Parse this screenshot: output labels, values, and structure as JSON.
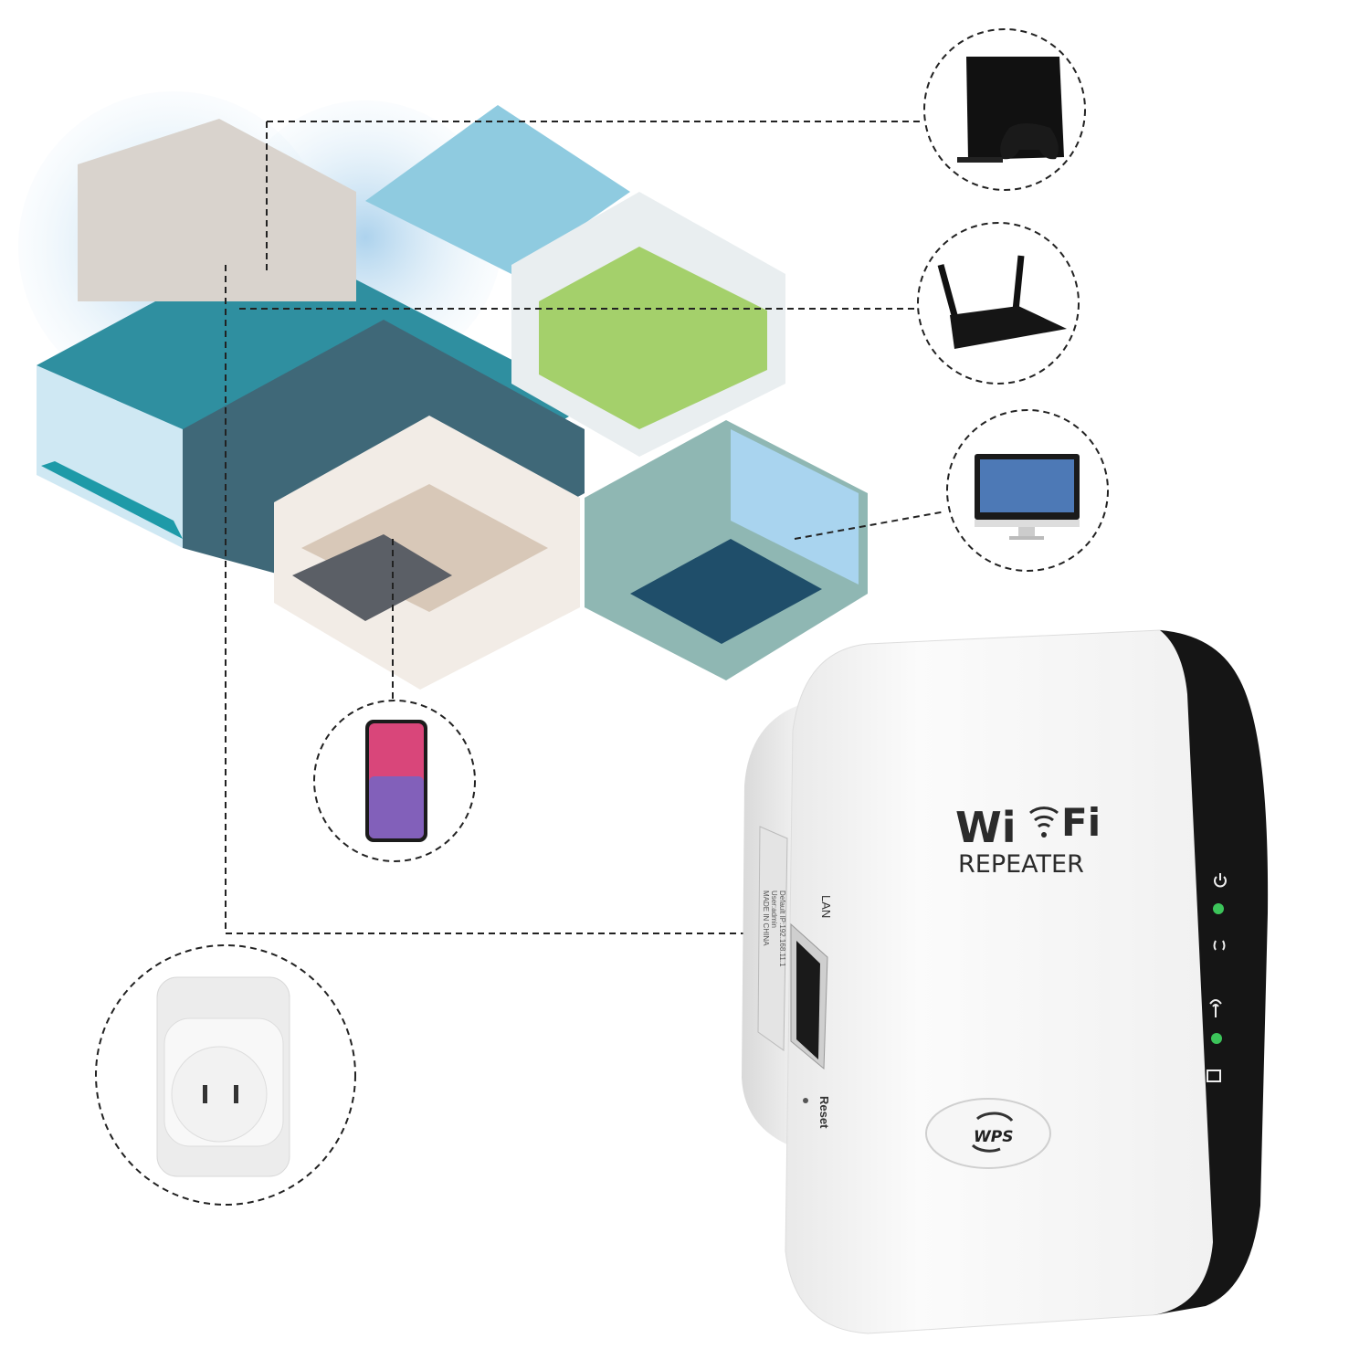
{
  "device": {
    "brand_left": "Wi",
    "brand_right": "Fi",
    "subtitle": "REPEATER",
    "wps_label": "WPS",
    "port_label": "LAN",
    "reset_label": "Reset",
    "side_label": {
      "line1": "Default IP:192.168.11.1",
      "line2": "User:admin",
      "line3": "MADE IN CHINA"
    },
    "led_color": "#3cc45a"
  },
  "connected_devices": [
    {
      "name": "game-console",
      "icon": "game-console-icon"
    },
    {
      "name": "router",
      "icon": "router-icon"
    },
    {
      "name": "desktop-monitor",
      "icon": "monitor-icon"
    },
    {
      "name": "smartphone",
      "icon": "smartphone-icon"
    },
    {
      "name": "wall-plug",
      "icon": "plug-icon"
    }
  ],
  "colors": {
    "signal": "#8fc3e6",
    "floor_teal": "#1e9aa8",
    "wall_dark": "#3f6878",
    "kitchen_green": "#8cc63f"
  }
}
